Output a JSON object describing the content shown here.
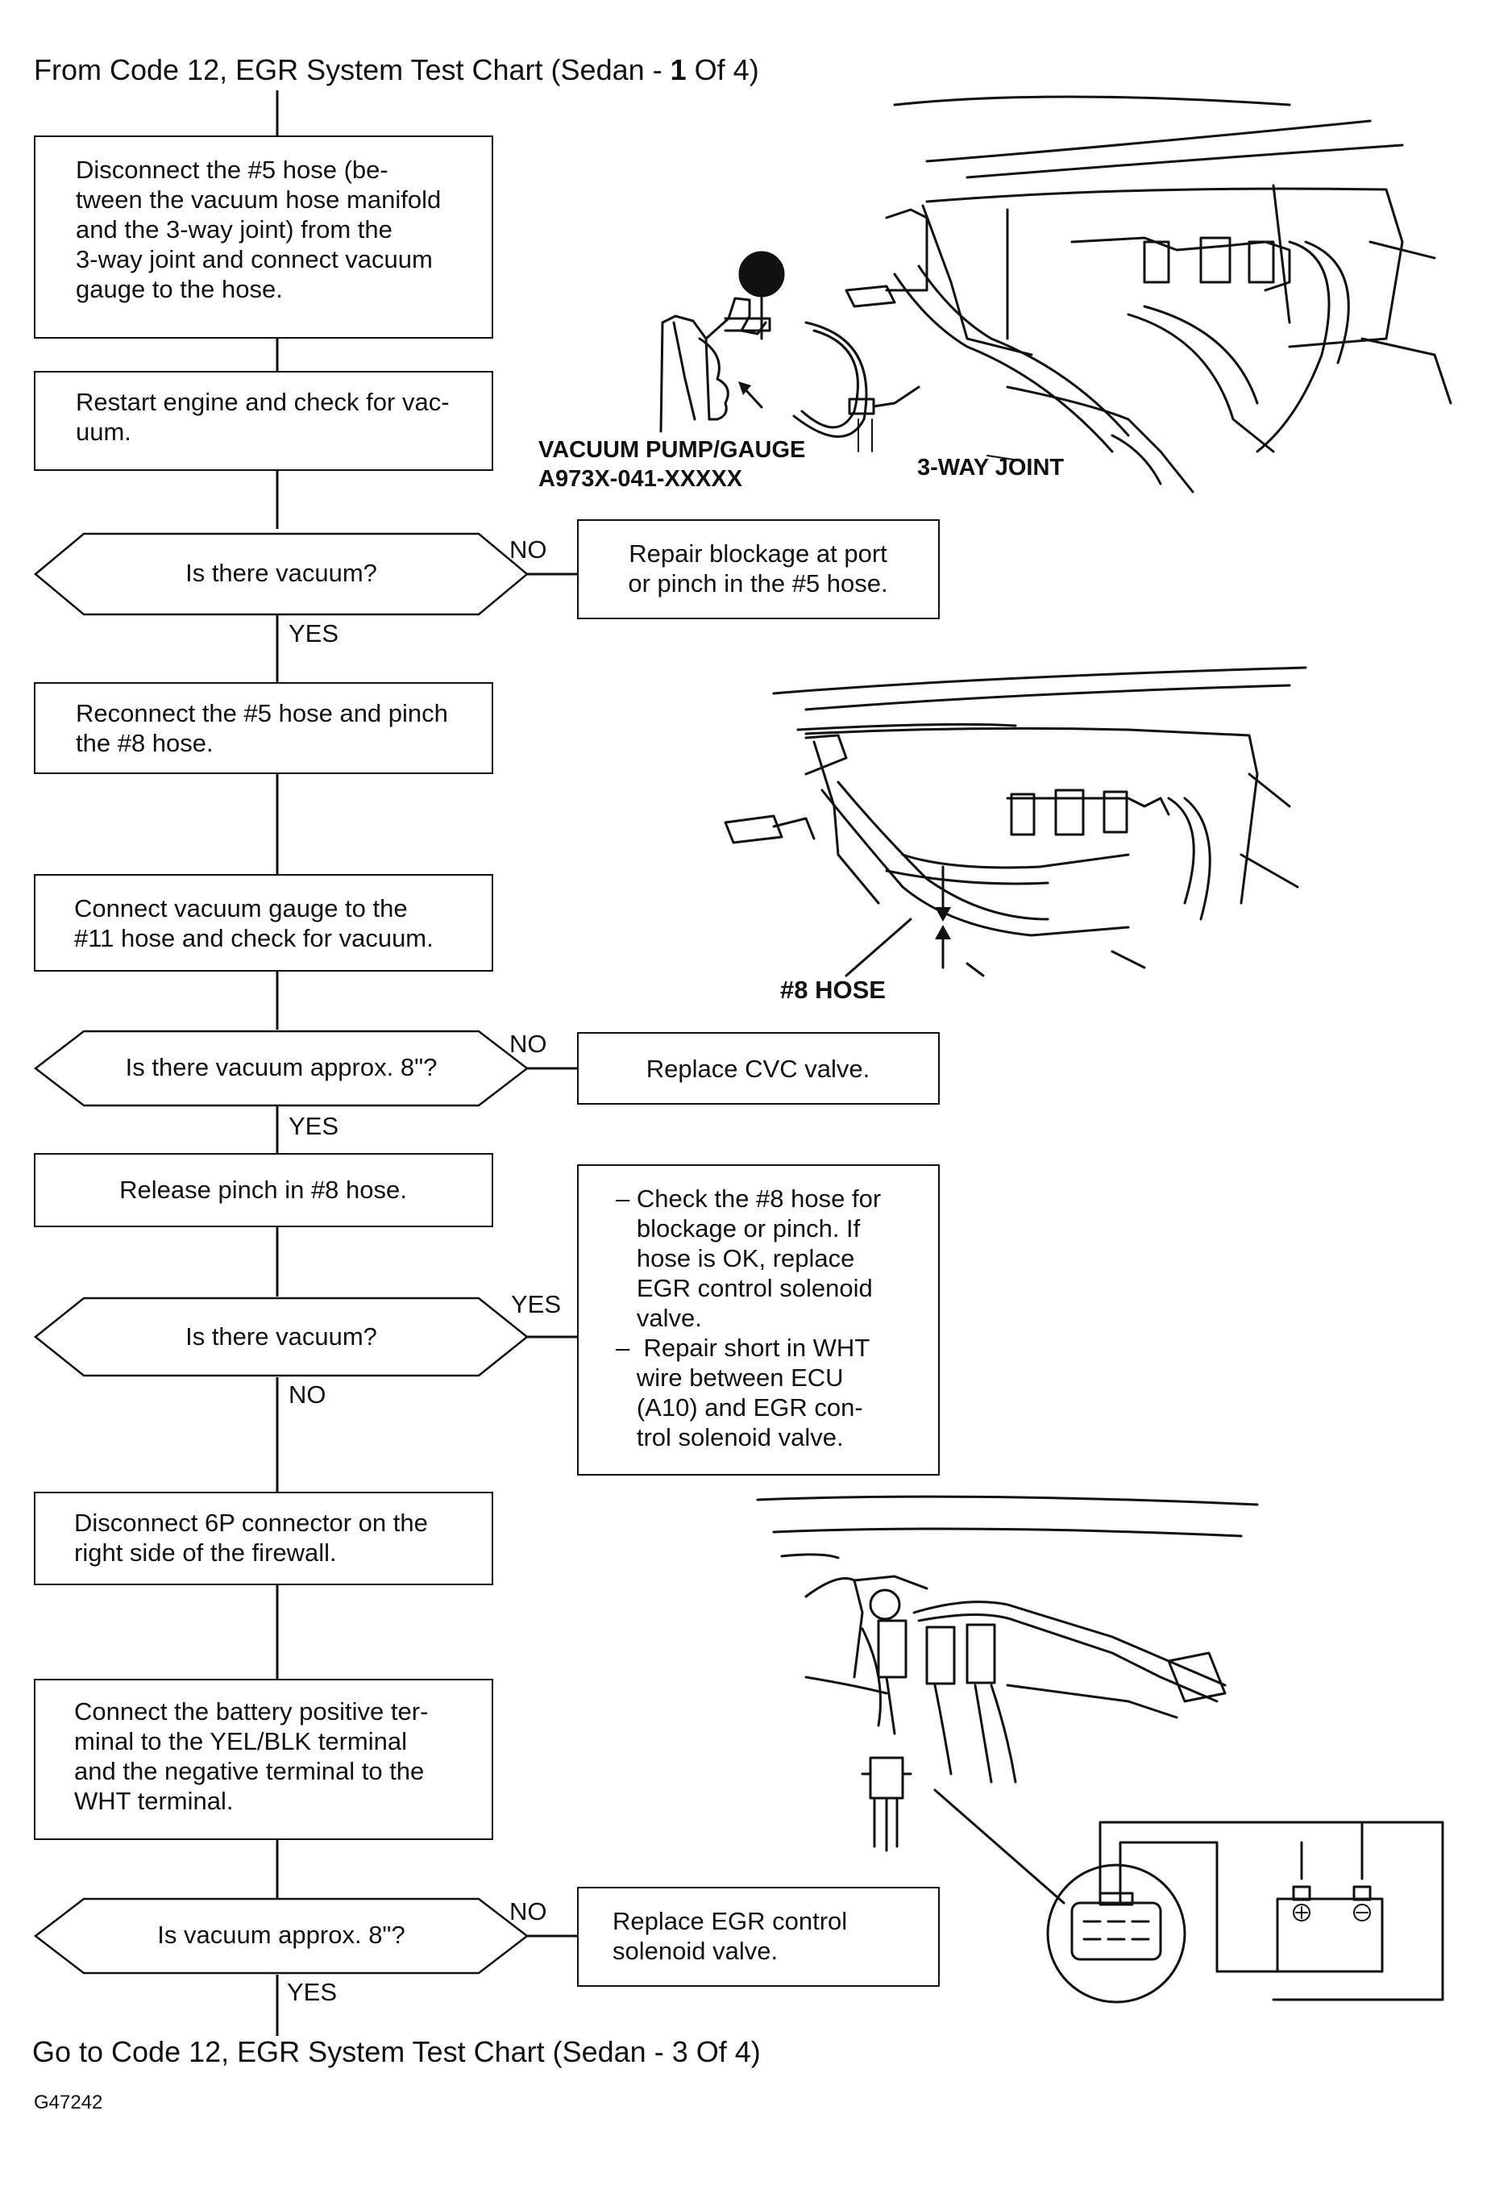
{
  "header": {
    "title_prefix": "From Code 12, EGR System Test Chart (Sedan - ",
    "title_bold": "1",
    "title_suffix": " Of 4)"
  },
  "footer": {
    "goto": "Go to Code 12, EGR System Test Chart (Sedan - 3 Of 4)",
    "figure_id": "G47242"
  },
  "steps": {
    "s1": "Disconnect the #5 hose (be-\ntween the vacuum hose manifold\nand the 3-way joint) from the\n3-way joint and connect vacuum\ngauge to the hose.",
    "s2": "Restart engine and check for vac-\nuum.",
    "q1": "Is there vacuum?",
    "q1_no_action": "Repair blockage at port\nor pinch in the #5 hose.",
    "s3": "Reconnect the #5 hose and pinch\nthe #8 hose.",
    "s4": "Connect vacuum gauge to the\n#11 hose and check for vacuum.",
    "q2": "Is there vacuum approx. 8\"?",
    "q2_no_action": "Replace CVC valve.",
    "s5": "Release pinch in #8 hose.",
    "q3": "Is there vacuum?",
    "q3_yes_action": "– Check the #8 hose for\n   blockage or pinch. If\n   hose is OK, replace\n   EGR control solenoid\n   valve.\n–  Repair short in WHT\n   wire between ECU\n   (A10) and EGR con-\n   trol solenoid valve.",
    "s6": "Disconnect 6P connector on the\nright side of the firewall.",
    "s7": "Connect the battery positive ter-\nminal to the YEL/BLK terminal\nand the negative terminal to the\nWHT terminal.",
    "q4": "Is vacuum approx. 8\"?",
    "q4_no_action": "Replace  EGR  control\nsolenoid valve."
  },
  "branch_labels": {
    "no": "NO",
    "yes": "YES"
  },
  "illustration_labels": {
    "pump_gauge": "VACUUM PUMP/GAUGE",
    "pump_part_no": "A973X-041-XXXXX",
    "three_way_joint": "3-WAY JOINT",
    "hose_8": "#8 HOSE"
  }
}
